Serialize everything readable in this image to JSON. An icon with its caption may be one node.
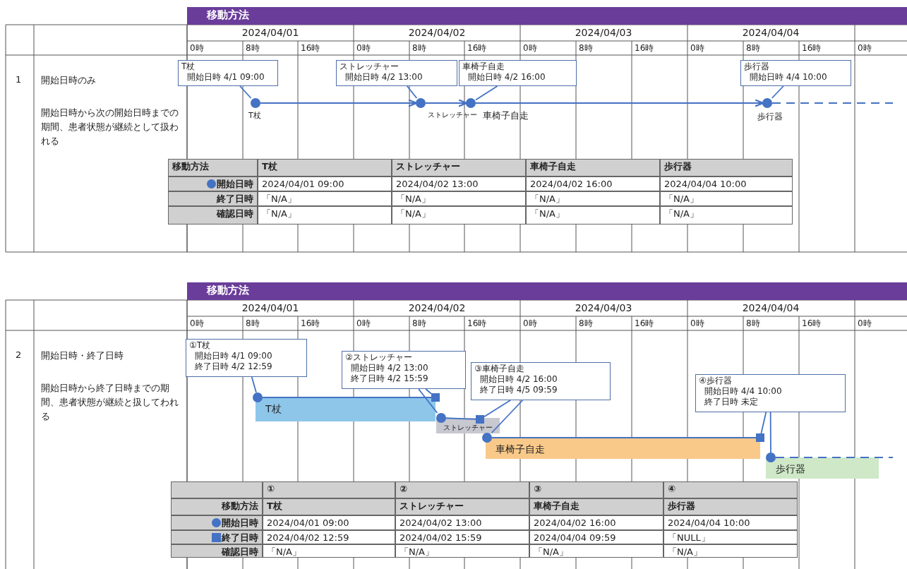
{
  "diagram": {
    "nodes": [
      {
        "text": [
          "T杖",
          "開始日時 4/1 09:00"
        ]
      },
      {
        "text": [],
        "shape": "circle",
        "beside": [
          "T杖"
        ]
      },
      {
        "text": [
          "ストレッチャー",
          "開始日時 4/2 13:00"
        ]
      },
      {
        "text": [],
        "shape": "circle",
        "beside": [
          "ストレッチャー"
        ]
      },
      {
        "text": [
          "車椅子自走",
          "開始日時 4/2 16:00"
        ]
      },
      {
        "text": [],
        "shape": "circle",
        "beside": [
          "車椅子自走"
        ]
      },
      {
        "text": [
          "歩行器",
          "開始日時 4/4 10:00"
        ]
      },
      {
        "text": [],
        "shape": "circle",
        "beside": [
          "歩行器"
        ]
      },
      {
        "text": [
          "①T杖",
          "開始日時 4/1 09:00",
          "終了日時 4/2 12:59"
        ]
      },
      {
        "text": [
          "T杖"
        ]
      },
      {
        "text": [],
        "shape": "circle"
      },
      {
        "text": [],
        "shape": "box"
      },
      {
        "text": [
          "②ストレッチャー",
          "開始日時 4/2 13:00",
          "終了日時 4/2 15:59"
        ]
      },
      {
        "text": [
          "ストレッチャー"
        ]
      },
      {
        "text": [],
        "shape": "circle"
      },
      {
        "text": [],
        "shape": "box"
      },
      {
        "text": [
          "③車椅子自走",
          "開始日時 4/2 16:00",
          "終了日時 4/5 09:59"
        ]
      },
      {
        "text": [
          "車椅子自走"
        ]
      },
      {
        "text": [],
        "shape": "circle"
      },
      {
        "text": [],
        "shape": "box"
      },
      {
        "text": [
          "④歩行器",
          "開始日時 4/4 10:00",
          "終了日時 未定"
        ]
      },
      {
        "text": [
          "歩行器"
        ]
      },
      {
        "text": [],
        "shape": "circle"
      }
    ],
    "edges": [
      {
        "from": 0,
        "to": 1,
        "arrow": "none"
      },
      {
        "from": 2,
        "to": 3,
        "arrow": "none"
      },
      {
        "from": 4,
        "to": 5,
        "arrow": "none"
      },
      {
        "from": 6,
        "to": 7,
        "arrow": "none"
      },
      {
        "from": 1,
        "to": 3,
        "arrow": "to"
      },
      {
        "from": 3,
        "to": 5,
        "arrow": "to"
      },
      {
        "from": 5,
        "to": 7,
        "arrow": "to"
      },
      {
        "from": 7,
        "to": null,
        "arrow": "none",
        "style": "dashed"
      },
      {
        "from": 8,
        "to": 10,
        "arrow": "none"
      },
      {
        "from": 12,
        "to": 11,
        "arrow": "none"
      },
      {
        "from": 12,
        "to": 14,
        "arrow": "none"
      },
      {
        "from": 16,
        "to": 15,
        "arrow": "none"
      },
      {
        "from": 16,
        "to": 18,
        "arrow": "none"
      },
      {
        "from": 20,
        "to": 19,
        "arrow": "none"
      },
      {
        "from": 20,
        "to": 22,
        "arrow": "none"
      },
      {
        "from": 10,
        "to": 11,
        "arrow": "none"
      },
      {
        "from": 14,
        "to": 15,
        "arrow": "none"
      },
      {
        "from": 18,
        "to": 19,
        "arrow": "none"
      },
      {
        "from": 22,
        "to": null,
        "arrow": "none",
        "style": "dashed"
      }
    ],
    "labels": [
      "移動方法",
      "2024/04/01",
      "2024/04/02",
      "2024/04/03",
      "2024/04/04",
      "0時",
      "8時",
      "16時",
      "0時",
      "8時",
      "16時",
      "0時",
      "8時",
      "16時",
      "0時",
      "8時",
      "16時",
      "0時",
      "1",
      "開始日時のみ",
      "開始日時から次の開始日時までの期間、患者状態が継続として扱われる",
      "移動方法",
      "T杖",
      "ストレッチャー",
      "車椅子自走",
      "歩行器",
      "開始日時",
      "2024/04/01 09:00",
      "2024/04/02 13:00",
      "2024/04/02 16:00",
      "2024/04/04 10:00",
      "終了日時",
      "「N/A」",
      "「N/A」",
      "「N/A」",
      "「N/A」",
      "確認日時",
      "「N/A」",
      "「N/A」",
      "「N/A」",
      "「N/A」",
      "移動方法",
      "2024/04/01",
      "2024/04/02",
      "2024/04/03",
      "2024/04/04",
      "0時",
      "8時",
      "16時",
      "0時",
      "8時",
      "16時",
      "0時",
      "8時",
      "16時",
      "0時",
      "8時",
      "16時",
      "0時",
      "2",
      "開始日時・終了日時",
      "開始日時から終了日時までの期間、患者状態が継続と扱してわれる",
      "①",
      "②",
      "③",
      "④",
      "移動方法",
      "T杖",
      "ストレッチャー",
      "車椅子自走",
      "歩行器",
      "開始日時",
      "2024/04/01 09:00",
      "2024/04/02 13:00",
      "2024/04/02 16:00",
      "2024/04/04 10:00",
      "終了日時",
      "2024/04/02 12:59",
      "2024/04/02 15:59",
      "2024/04/04 09:59",
      "「NULL」",
      "確認日時",
      "「N/A」",
      "「N/A」",
      "「N/A」",
      "「N/A」"
    ]
  }
}
